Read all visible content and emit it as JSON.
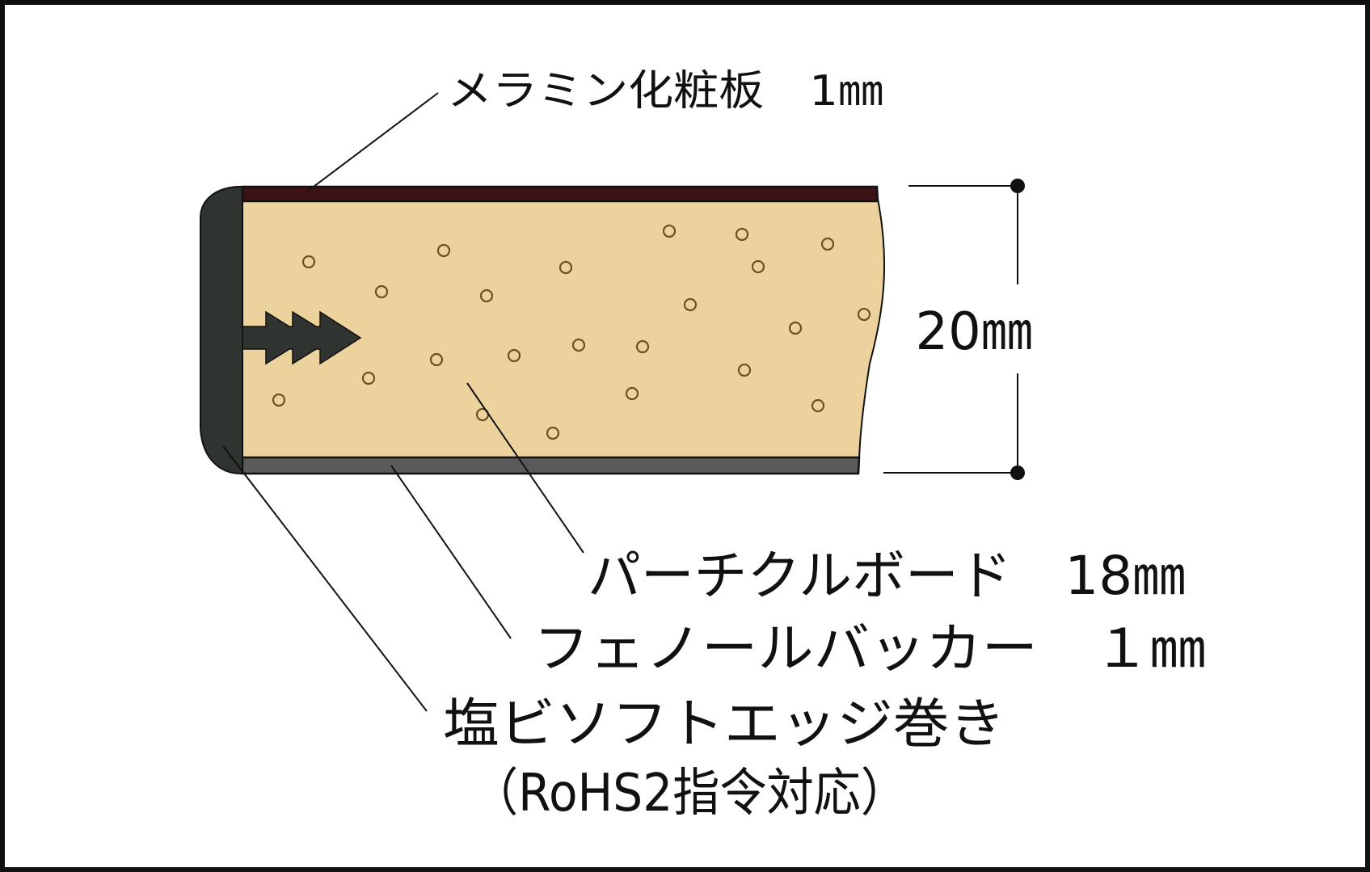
{
  "labels": {
    "melamine": "メラミン化粧板　1㎜",
    "thickness": "20㎜",
    "particleboard": "パーチクルボード　18㎜",
    "phenol": "フェノールバッカー　１㎜",
    "edge_line1": "塩ビソフトエッジ巻き",
    "edge_line2": "（RoHS2指令対応）"
  },
  "colors": {
    "frame": "#111111",
    "melamine": "#3d1217",
    "core": "#ecd39e",
    "phenol": "#5a5a5a",
    "edge": "#2f3431",
    "particle": "#6b5320"
  }
}
